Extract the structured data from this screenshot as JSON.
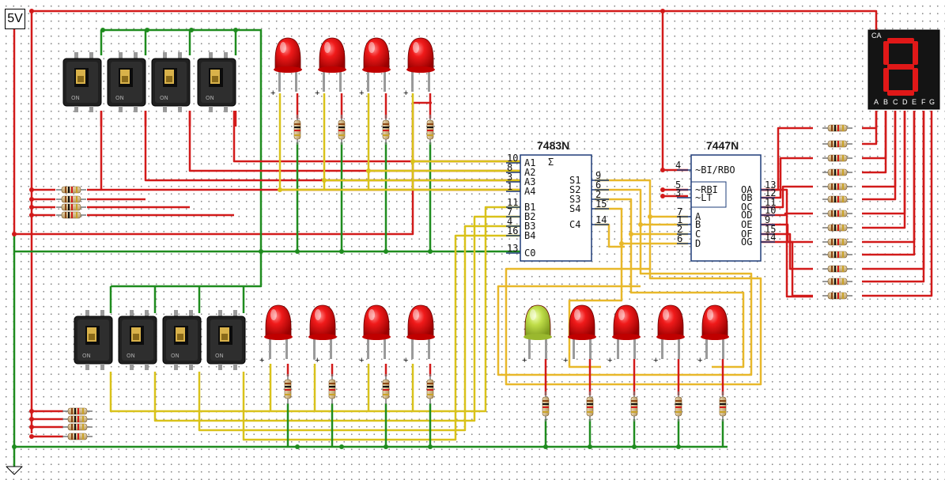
{
  "supply": {
    "label": "5V"
  },
  "chips": {
    "adder": {
      "title": "7483N",
      "left_pins": [
        {
          "name": "A1",
          "num": "10"
        },
        {
          "name": "A2",
          "num": "8"
        },
        {
          "name": "A3",
          "num": "3"
        },
        {
          "name": "A4",
          "num": "1"
        },
        {
          "name": "B1",
          "num": "11"
        },
        {
          "name": "B2",
          "num": "7"
        },
        {
          "name": "B3",
          "num": "4"
        },
        {
          "name": "B4",
          "num": "16"
        },
        {
          "name": "C0",
          "num": "13"
        }
      ],
      "right_pins": [
        {
          "name": "S1",
          "num": "9"
        },
        {
          "name": "S2",
          "num": "6"
        },
        {
          "name": "S3",
          "num": "2"
        },
        {
          "name": "S4",
          "num": "15"
        },
        {
          "name": "C4",
          "num": "14"
        }
      ],
      "sigma": "Σ"
    },
    "decoder": {
      "title": "7447N",
      "control_pins": [
        {
          "name": "~BI/RBO",
          "num": "4"
        },
        {
          "name": "~RBI",
          "num": "5"
        },
        {
          "name": "~LT",
          "num": "3"
        }
      ],
      "input_pins": [
        {
          "name": "A",
          "num": "7"
        },
        {
          "name": "B",
          "num": "1"
        },
        {
          "name": "C",
          "num": "2"
        },
        {
          "name": "D",
          "num": "6"
        }
      ],
      "output_pins": [
        {
          "name": "OA",
          "num": "13"
        },
        {
          "name": "OB",
          "num": "12"
        },
        {
          "name": "OC",
          "num": "11"
        },
        {
          "name": "OD",
          "num": "10"
        },
        {
          "name": "OE",
          "num": "9"
        },
        {
          "name": "OF",
          "num": "15"
        },
        {
          "name": "OG",
          "num": "14"
        }
      ]
    }
  },
  "display": {
    "type_label": "CA",
    "segment_labels": [
      "A",
      "B",
      "C",
      "D",
      "E",
      "F",
      "G"
    ]
  },
  "led_polarity": "+",
  "colors": {
    "wire_red": "#d21a1a",
    "wire_green": "#1f8c1f",
    "wire_yellow": "#d9c21a",
    "wire_amber": "#e8b82a",
    "led_red": "#e01818",
    "led_green": "#b6d63a",
    "display_bg": "#141414",
    "segment_on": "#e01818",
    "segment_off": "#3a0000"
  }
}
